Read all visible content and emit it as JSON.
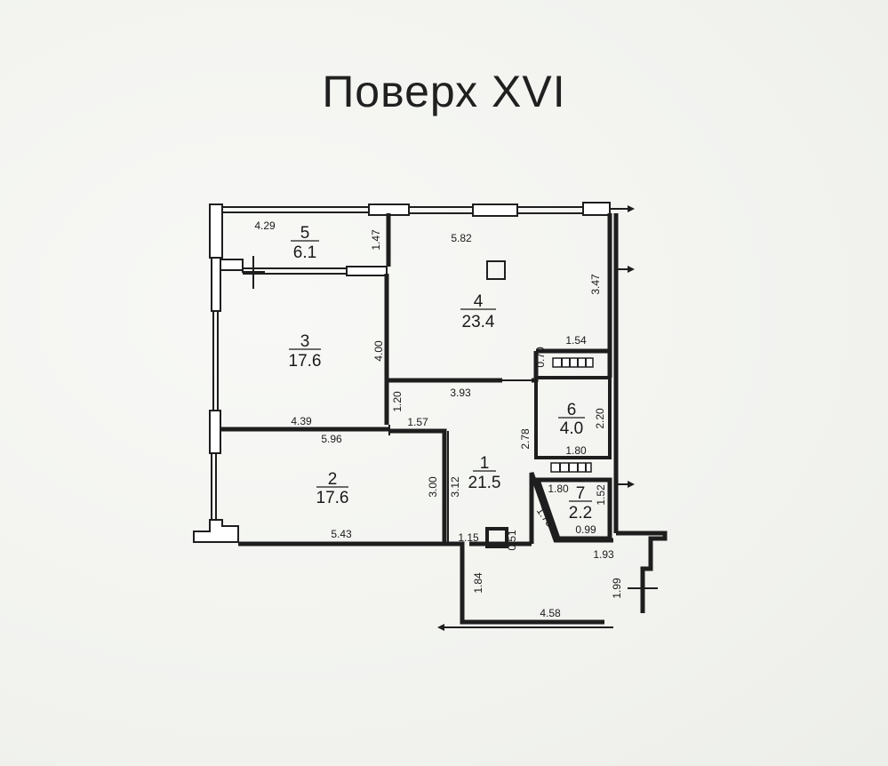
{
  "title": "Поверх XVI",
  "rooms": [
    {
      "number": "1",
      "area": "21.5"
    },
    {
      "number": "2",
      "area": "17.6"
    },
    {
      "number": "3",
      "area": "17.6"
    },
    {
      "number": "4",
      "area": "23.4"
    },
    {
      "number": "5",
      "area": "6.1"
    },
    {
      "number": "6",
      "area": "4.0"
    },
    {
      "number": "7",
      "area": "2.2"
    }
  ],
  "dimensions": {
    "balcony_width": "4.29",
    "balcony_depth": "1.47",
    "room4_width": "5.82",
    "room4_depth": "3.47",
    "room4_closet_width": "1.54",
    "room4_closet_depth": "0.70",
    "room3_depth": "4.00",
    "hall_width_top": "3.93",
    "hall_nook_depth": "1.20",
    "hall_nook_width": "1.57",
    "room3_width": "4.39",
    "room2_width_top": "5.96",
    "room2_depth": "3.00",
    "hall_depth": "3.12",
    "bath_wall": "2.78",
    "room6_width": "1.80",
    "room6_depth": "2.20",
    "room7_width": "1.80",
    "room7_depth": "1.52",
    "room7_diag": "1.73",
    "room7_bottom": "0.99",
    "room2_width_bottom": "5.43",
    "hall_bottom_seg": "1.15",
    "hall_bottom_depth": "0.51",
    "corridor_width": "1.93",
    "entry_depth": "1.84",
    "entry_width": "4.58",
    "corridor_depth": "1.99"
  }
}
